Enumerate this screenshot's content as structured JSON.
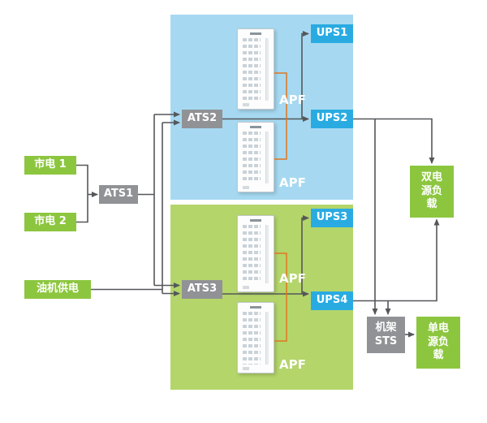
{
  "colors": {
    "region_blue": "#a6d9f1",
    "region_green": "#b4d56a",
    "source_green": "#8cc63f",
    "switch_gray": "#909296",
    "ups_blue": "#29abe2",
    "line_gray": "#55575a",
    "apf_line_orange": "#e0761f"
  },
  "sources": {
    "mains1": "市电 1",
    "mains2": "市电 2",
    "generator": "油机供电"
  },
  "transfer_switches": {
    "ats1": "ATS1",
    "ats2": "ATS2",
    "ats3": "ATS3"
  },
  "ups_units": {
    "ups1": "UPS1",
    "ups2": "UPS2",
    "ups3": "UPS3",
    "ups4": "UPS4"
  },
  "filters": {
    "apf_label": "APF"
  },
  "loads": {
    "dual_source_load": "双电源负载",
    "rack_sts": "机架STS",
    "single_source_load": "单电源负载"
  }
}
